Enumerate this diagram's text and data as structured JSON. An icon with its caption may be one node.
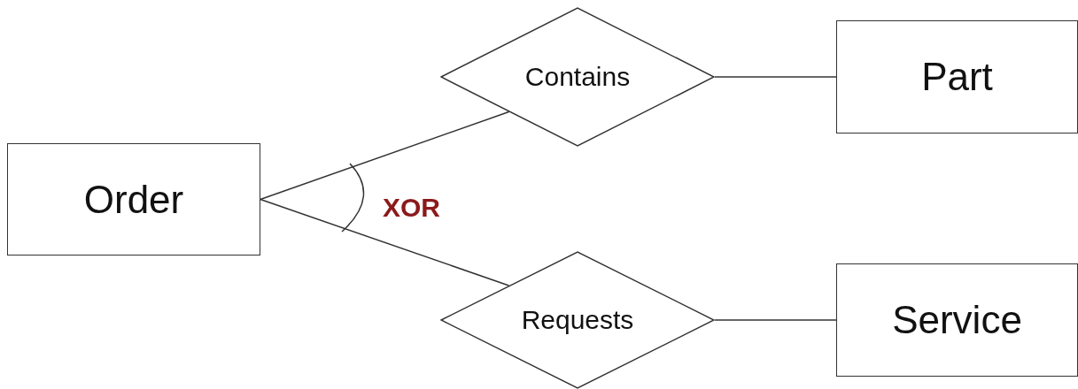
{
  "diagram": {
    "nodes": [
      {
        "text": [
          "Order"
        ]
      },
      {
        "text": [
          "Contains"
        ]
      },
      {
        "text": [
          "Part"
        ]
      },
      {
        "text": [
          "Requests"
        ]
      },
      {
        "text": [
          "Service"
        ]
      }
    ],
    "edges": [
      {
        "from": 0,
        "to": 1,
        "arrow": "none"
      },
      {
        "from": 1,
        "to": 2,
        "arrow": "none"
      },
      {
        "from": 0,
        "to": 3,
        "arrow": "none"
      },
      {
        "from": 3,
        "to": 4,
        "arrow": "none"
      }
    ],
    "labels": [
      "XOR"
    ]
  }
}
